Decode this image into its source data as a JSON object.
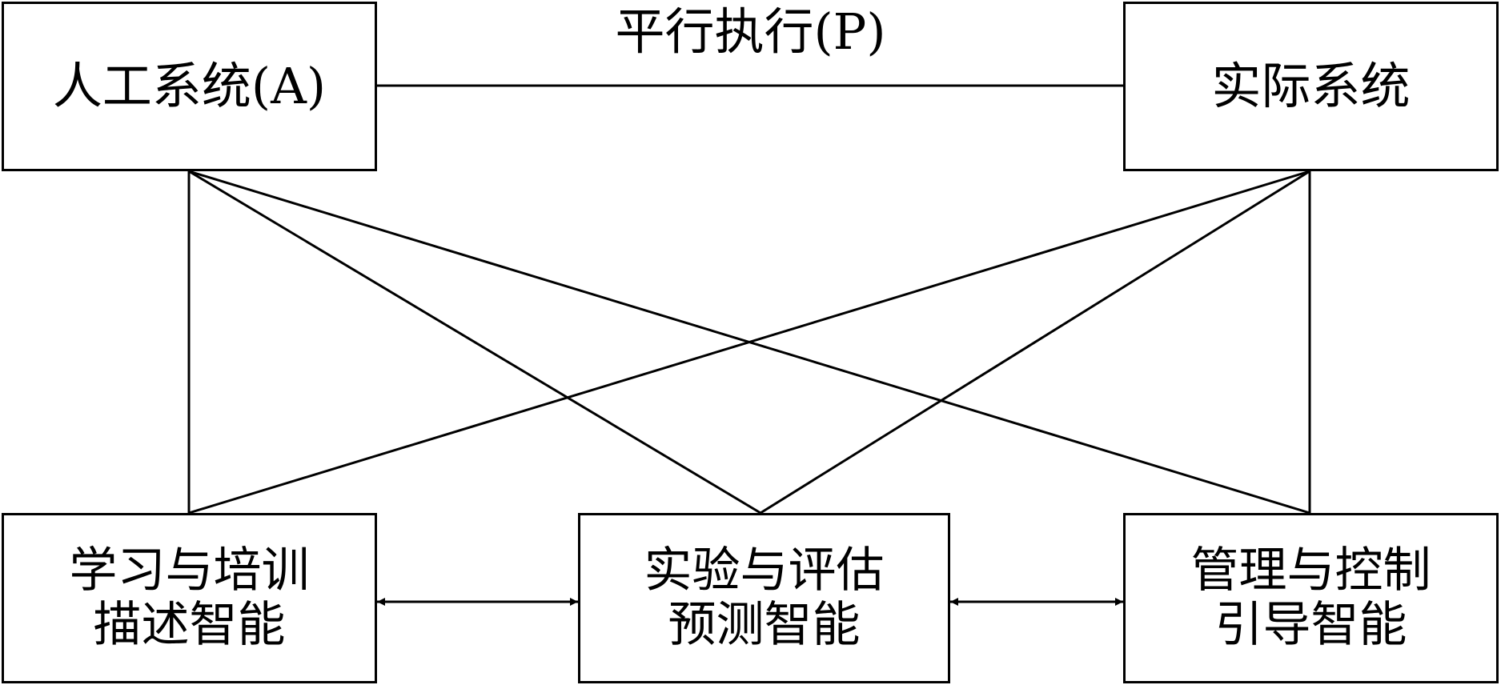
{
  "nodes": {
    "artificial_system": {
      "label": "人工系统(A)"
    },
    "actual_system": {
      "label": "实际系统"
    },
    "learning": {
      "line1": "学习与培训",
      "line2": "描述智能"
    },
    "experiment": {
      "line1": "实验与评估",
      "line2": "预测智能"
    },
    "management": {
      "line1": "管理与控制",
      "line2": "引导智能"
    }
  },
  "edges": {
    "parallel_execution": {
      "label": "平行执行(P)"
    }
  },
  "colors": {
    "stroke": "#000000",
    "background": "#ffffff"
  }
}
